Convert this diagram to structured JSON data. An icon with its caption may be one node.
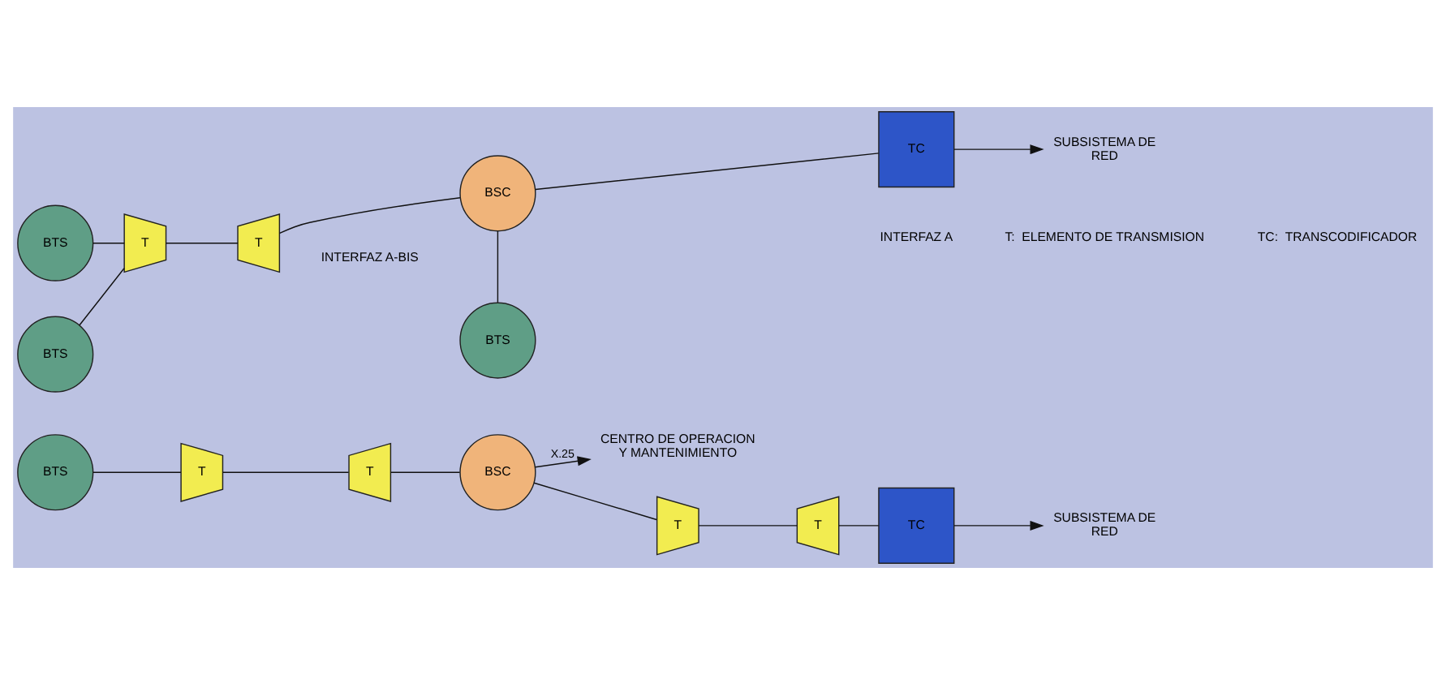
{
  "diagram": {
    "nodes": [
      {
        "text": [
          "CENTRO DE OPERACION Y MANTENIMIENTO"
        ]
      },
      {
        "text": [
          "BTS"
        ]
      },
      {
        "text": [
          "T"
        ]
      },
      {
        "text": [
          "T"
        ]
      },
      {
        "text": [
          "BSC"
        ]
      },
      {
        "text": [
          "T"
        ]
      },
      {
        "text": [
          "T"
        ]
      },
      {
        "text": [
          "TC"
        ]
      },
      {
        "text": [
          "SUBSISTEMA DE RED"
        ]
      },
      {
        "text": [
          "BTS"
        ]
      },
      {
        "text": [
          "T"
        ]
      },
      {
        "text": [
          "T"
        ]
      },
      {
        "text": [
          "BSC"
        ]
      },
      {
        "text": [
          "TC"
        ]
      },
      {
        "text": [
          "SUBSISTEMA DE RED"
        ]
      },
      {
        "text": [
          "BTS"
        ]
      },
      {
        "text": [
          "BTS"
        ]
      }
    ],
    "edges": [
      {
        "from": 4,
        "to": 0,
        "arrow": "to",
        "label": "X.25"
      },
      {
        "from": 1,
        "to": 2,
        "arrow": "none"
      },
      {
        "from": 2,
        "to": 3,
        "arrow": "none"
      },
      {
        "from": 3,
        "to": 4,
        "arrow": "none"
      },
      {
        "from": 4,
        "to": 5,
        "arrow": "none"
      },
      {
        "from": 5,
        "to": 6,
        "arrow": "none"
      },
      {
        "from": 6,
        "to": 7,
        "arrow": "none"
      },
      {
        "from": 7,
        "to": 8,
        "arrow": "to"
      },
      {
        "from": 9,
        "to": 10,
        "arrow": "none"
      },
      {
        "from": 15,
        "to": 10,
        "arrow": "none"
      },
      {
        "from": 10,
        "to": 11,
        "arrow": "none"
      },
      {
        "from": 11,
        "to": 12,
        "arrow": "none"
      },
      {
        "from": 12,
        "to": 13,
        "arrow": "none"
      },
      {
        "from": 13,
        "to": 14,
        "arrow": "to"
      },
      {
        "from": 12,
        "to": 16,
        "arrow": "none"
      }
    ],
    "labels": [
      "INTERFAZ A-BIS",
      "INTERFAZ A",
      "T:  ELEMENTO DE TRANSMISION",
      "TC:  TRANSCODIFICADOR"
    ]
  }
}
